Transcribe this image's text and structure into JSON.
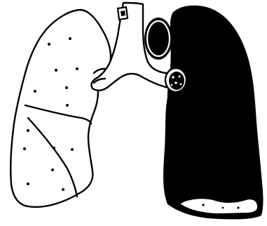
{
  "figure": {
    "colors": {
      "background": "#ffffff",
      "ink": "#000000"
    },
    "parts": {
      "right_lung": {
        "lobes": 3,
        "fill": "white-dotted"
      },
      "left_lung": {
        "fill": "black",
        "residual_white_base": true
      },
      "trachea": {
        "fill": "white"
      },
      "main_bronchi": {
        "count": 2
      },
      "aortic_arch_mass": {
        "fill": "black-with-white-inner-ring"
      },
      "hilar_node": {
        "fill": "black-with-white-speckles"
      }
    }
  }
}
